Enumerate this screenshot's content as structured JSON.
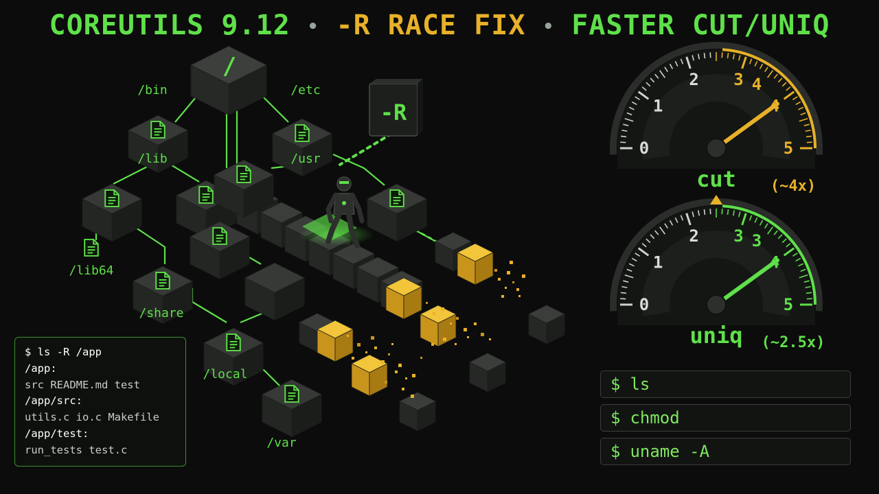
{
  "title": {
    "part1": "COREUTILS 9.12",
    "part2": "-R RACE FIX",
    "part3": "FASTER CUT/UNIQ",
    "separator": "•"
  },
  "tree": {
    "root": "/",
    "recursive_flag": "-R",
    "dirs": [
      "/bin",
      "/etc",
      "/lib",
      "/usr",
      "/lib64",
      "/share",
      "/local",
      "/var"
    ]
  },
  "gauges": [
    {
      "label": "cut",
      "speedup": "(~4x)",
      "accent": "#e8b12a",
      "ticks": [
        "0",
        "1",
        "2",
        "3",
        "4",
        "5"
      ],
      "extra_tick": "4",
      "value_fraction": 0.8
    },
    {
      "label": "uniq",
      "speedup": "(~2.5x)",
      "accent": "#5fe04a",
      "ticks": [
        "0",
        "1",
        "2",
        "3",
        "4",
        "5"
      ],
      "extra_tick": "3",
      "value_fraction": 0.8
    }
  ],
  "terminal": {
    "lines": [
      {
        "kind": "cmd",
        "text": "$ ls -R /app"
      },
      {
        "kind": "dir",
        "text": "/app:"
      },
      {
        "kind": "files",
        "text": "src README.md test"
      },
      {
        "kind": "dir",
        "text": "/app/src:"
      },
      {
        "kind": "files",
        "text": "utils.c io.c Makefile"
      },
      {
        "kind": "dir",
        "text": "/app/test:"
      },
      {
        "kind": "files",
        "text": "run_tests test.c"
      }
    ]
  },
  "commands": [
    {
      "prompt": "$",
      "text": "ls"
    },
    {
      "prompt": "$",
      "text": "chmod"
    },
    {
      "prompt": "$",
      "text": "uname -A"
    }
  ],
  "colors": {
    "green": "#5fe04a",
    "amber": "#e8b12a",
    "background": "#0b0c0b"
  }
}
